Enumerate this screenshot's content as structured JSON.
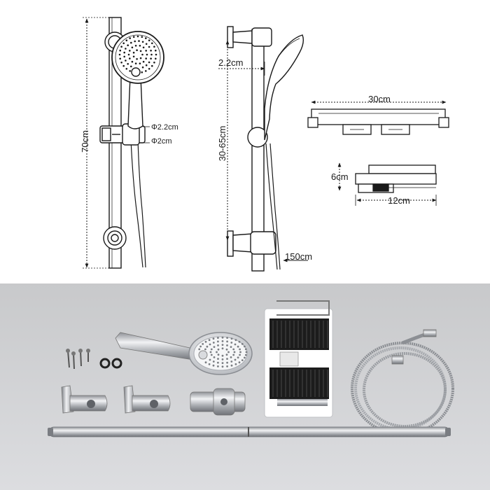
{
  "labels": {
    "total_height": "70cm",
    "diameter_outer": "Φ2.2cm",
    "diameter_inner": "Φ2cm",
    "adjust_range": "30-65cm",
    "wall_offset": "2.2cm",
    "shelf_width": "30cm",
    "shelf_height": "6cm",
    "shelf_depth": "12cm",
    "hose_length": "150cm"
  },
  "colors": {
    "line": "#1a1a1a",
    "photo_bg": "#d3d4d6",
    "chrome": "#c4c7cb",
    "shelf_black": "#1c1c1c"
  }
}
